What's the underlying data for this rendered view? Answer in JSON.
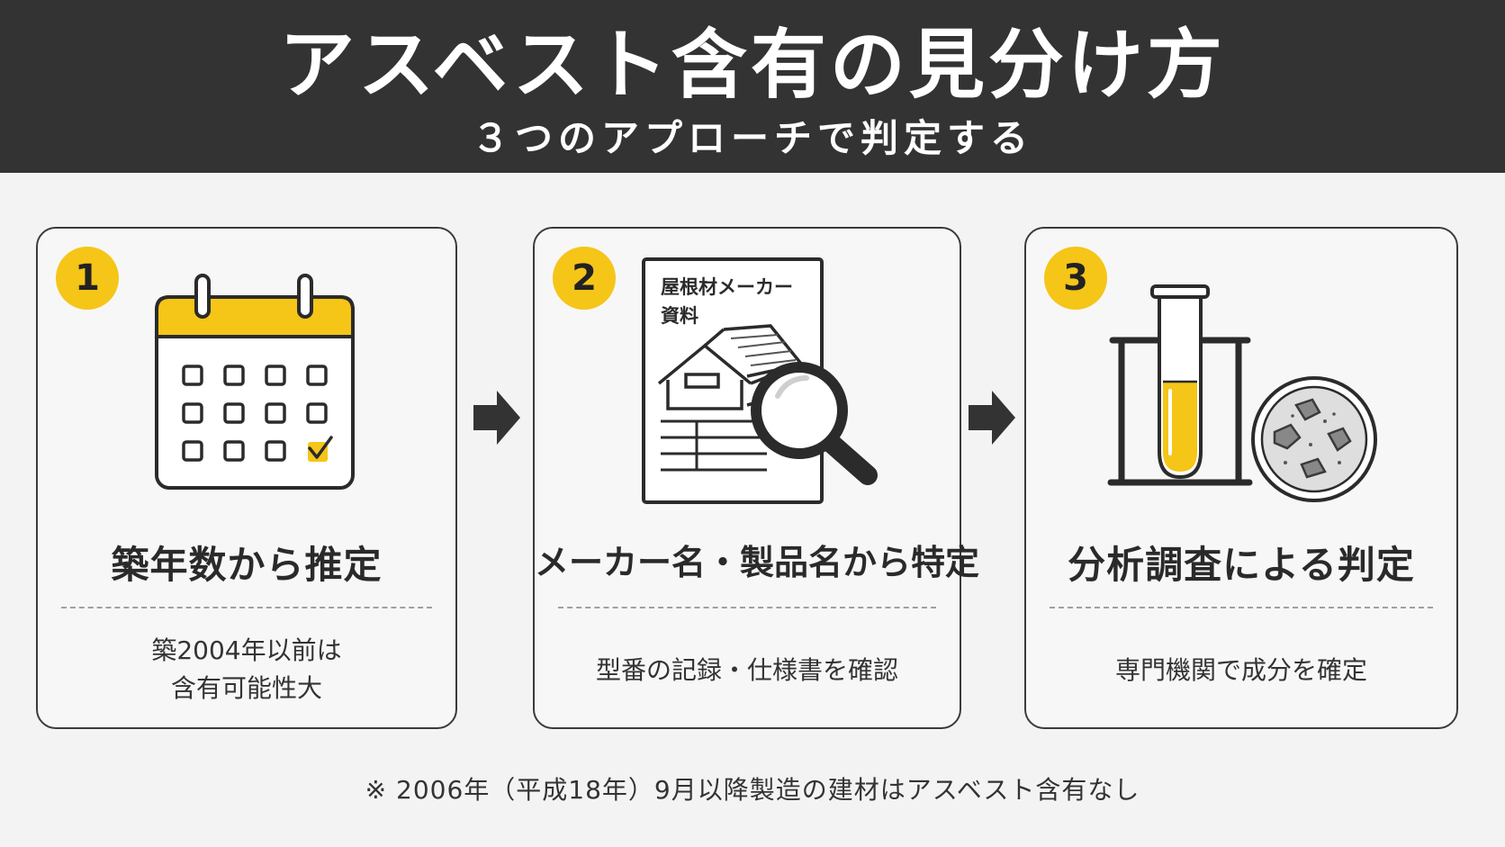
{
  "header": {
    "title": "アスベスト含有の見分け方",
    "subtitle": "３つのアプローチで判定する"
  },
  "steps": [
    {
      "number": "1",
      "title": "築年数から推定",
      "desc_lines": [
        "築2004年以前は",
        "含有可能性大"
      ]
    },
    {
      "number": "2",
      "title": "メーカー名・製品名から特定",
      "doc_label_lines": [
        "屋根材メーカー",
        "資料"
      ],
      "desc_lines": [
        "型番の記録・仕様書を確認"
      ]
    },
    {
      "number": "3",
      "title": "分析調査による判定",
      "desc_lines": [
        "専門機関で成分を確定"
      ]
    }
  ],
  "footnote": "※ 2006年（平成18年）9月以降製造の建材はアスベスト含有なし",
  "colors": {
    "accent": "#f5c518",
    "dark": "#333333",
    "background": "#f3f3f3"
  },
  "icons": [
    "calendar-icon",
    "check-icon",
    "document-icon",
    "house-icon",
    "magnifier-icon",
    "test-tube-icon",
    "petri-dish-icon",
    "arrow-right-icon"
  ]
}
